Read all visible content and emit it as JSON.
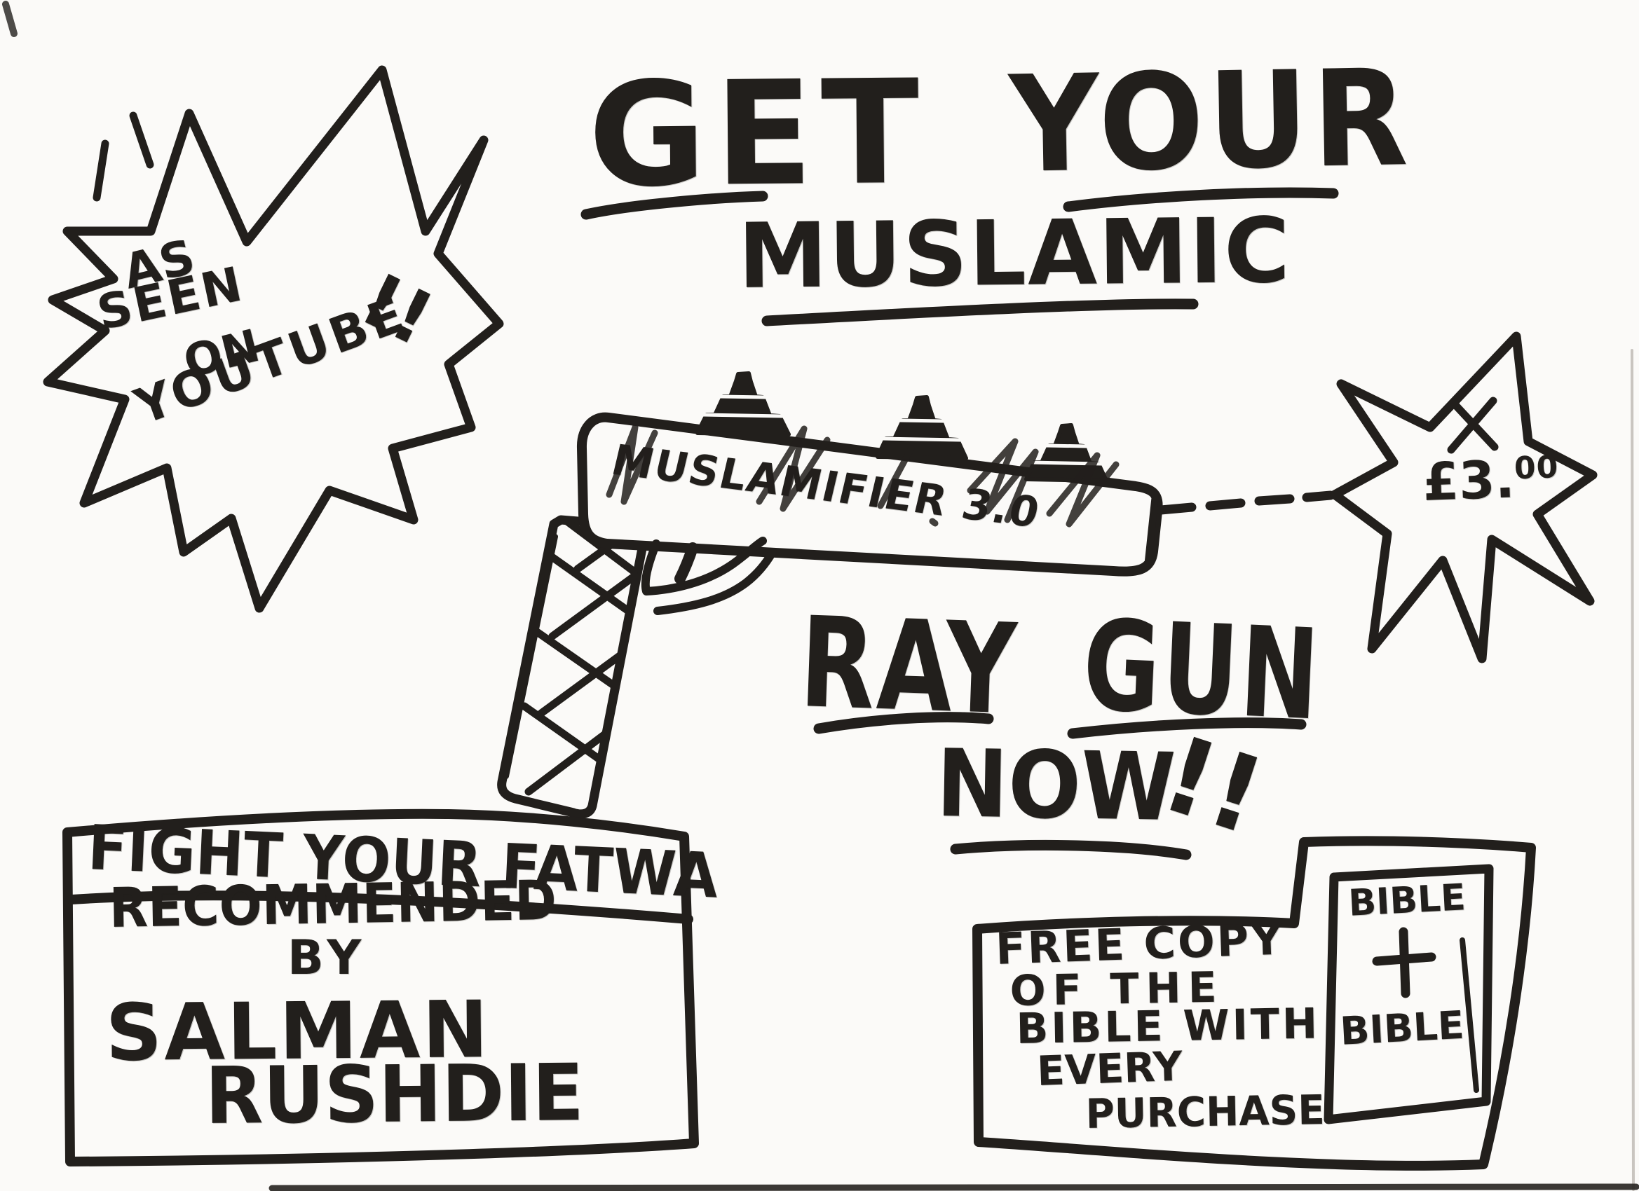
{
  "poster": {
    "headline": {
      "get": "GET",
      "your": "YOUR",
      "muslamic": "MUSLAMIC",
      "ray": "RAY",
      "gun": "GUN",
      "now": "NOW",
      "now_exclaim": "!!"
    },
    "youtube_badge": {
      "as": "AS",
      "seen": "SEEN",
      "on": "ON",
      "youtube": "YOUTUBE",
      "exclaim": "!!"
    },
    "ray_gun": {
      "model_label": "MUSLAMIFIER 3.0"
    },
    "price_star": {
      "amount": "£3.00",
      "amount_main": "£3.",
      "amount_cents": "00"
    },
    "fatwa_box": {
      "header": "FIGHT YOUR FATWA",
      "recommended": "RECOMMENDED",
      "by": "BY",
      "name_first": "SALMAN",
      "name_last": "RUSHDIE"
    },
    "offer_box": {
      "line1": "FREE COPY",
      "line2": "OF THE",
      "line3": "BIBLE WITH",
      "line4": "EVERY",
      "line5": "PURCHASE"
    },
    "bible_book": {
      "label_top": "BIBLE",
      "label_bottom": "BIBLE"
    },
    "colors": {
      "ink": "#221f1c",
      "paper": "#fbfaf8"
    }
  }
}
